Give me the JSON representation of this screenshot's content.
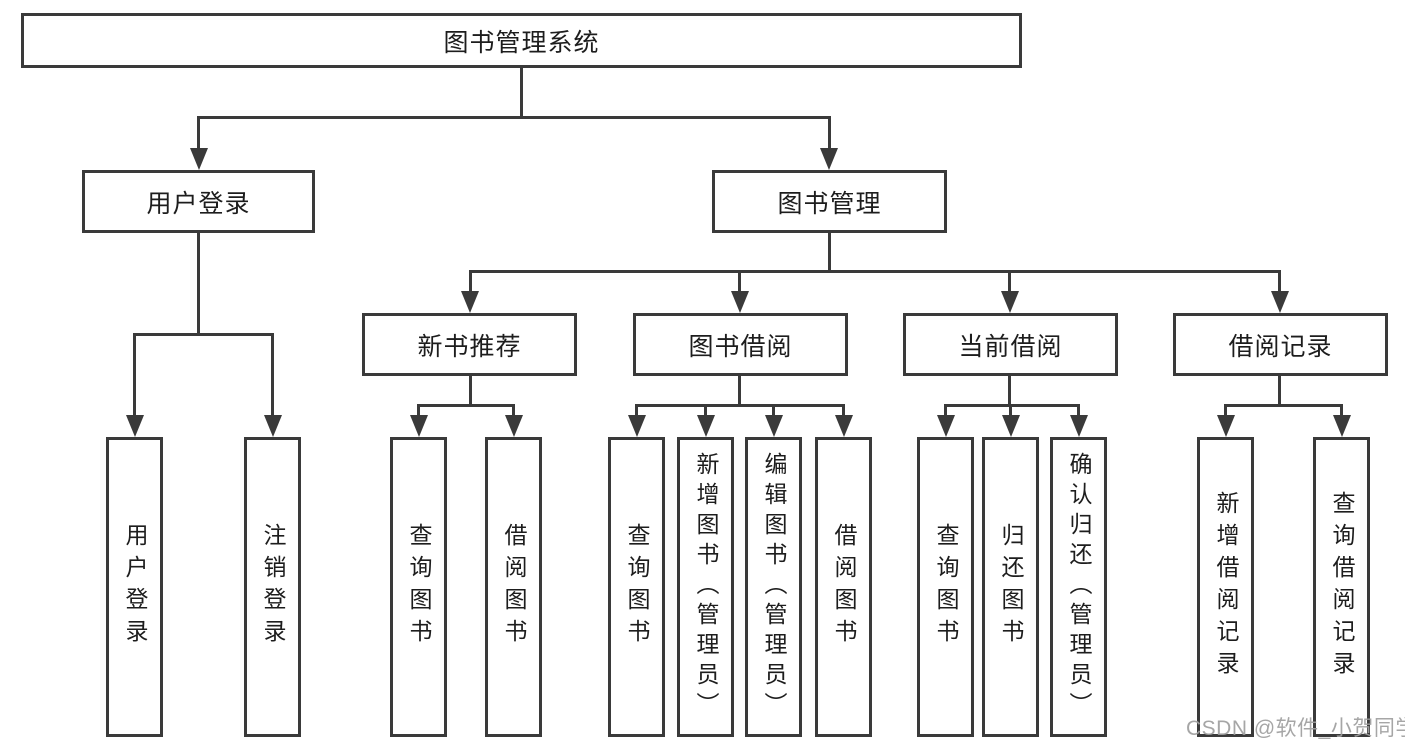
{
  "tree": {
    "root": {
      "label": "图书管理系统",
      "children": [
        {
          "label": "用户登录",
          "children": [
            {
              "label": "用户登录"
            },
            {
              "label": "注销登录"
            }
          ]
        },
        {
          "label": "图书管理",
          "children": [
            {
              "label": "新书推荐",
              "children": [
                {
                  "label": "查询图书"
                },
                {
                  "label": "借阅图书"
                }
              ]
            },
            {
              "label": "图书借阅",
              "children": [
                {
                  "label": "查询图书"
                },
                {
                  "label": "新增图书（管理员）"
                },
                {
                  "label": "编辑图书（管理员）"
                },
                {
                  "label": "借阅图书"
                }
              ]
            },
            {
              "label": "当前借阅",
              "children": [
                {
                  "label": "查询图书"
                },
                {
                  "label": "归还图书"
                },
                {
                  "label": "确认归还（管理员）"
                }
              ]
            },
            {
              "label": "借阅记录",
              "children": [
                {
                  "label": "新增借阅记录"
                },
                {
                  "label": "查询借阅记录"
                }
              ]
            }
          ]
        }
      ]
    }
  },
  "watermark": {
    "text": "CSDN @软件_小贺同学"
  },
  "colors": {
    "line": "#3a3a3a",
    "text": "#1d1d1d",
    "watermark": "#9e9e9e",
    "background": "#ffffff"
  }
}
